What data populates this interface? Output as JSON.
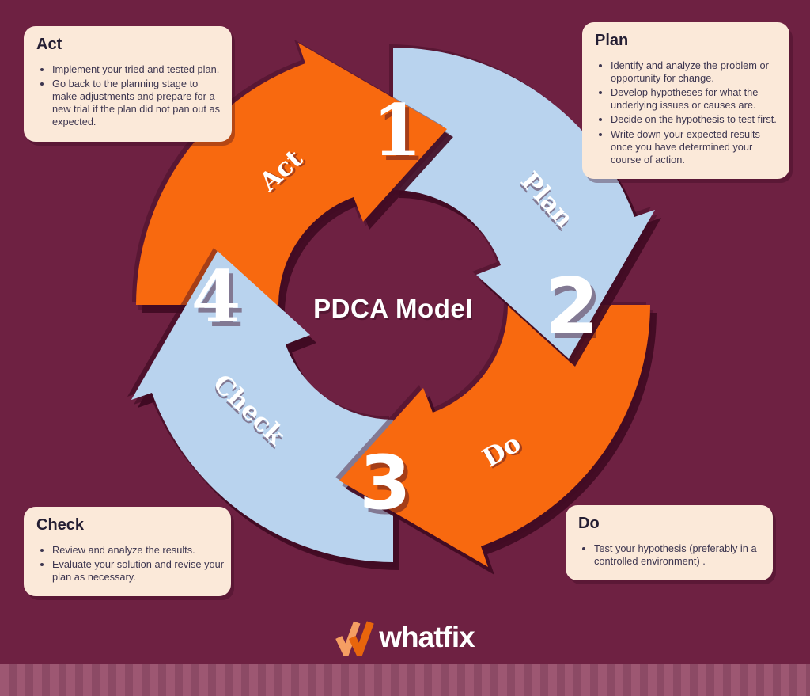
{
  "title": "PDCA Model",
  "colors": {
    "background": "#6e2142",
    "orange": "#f8690f",
    "blue": "#b9d3ee",
    "box_background": "#fbe9d9",
    "logo_light_orange": "#f59e63",
    "logo_dark_orange": "#e8650c"
  },
  "cycle": {
    "center_label": "PDCA Model",
    "steps": [
      {
        "number": "1",
        "label": "Act"
      },
      {
        "number": "2",
        "label": "Plan"
      },
      {
        "number": "3",
        "label": "Do"
      },
      {
        "number": "4",
        "label": "Check"
      }
    ]
  },
  "boxes": {
    "act": {
      "title": "Act",
      "bullets": [
        "Implement your tried and tested plan.",
        "Go back to the planning stage to make adjustments and prepare for a new trial if the plan did not pan out as expected."
      ]
    },
    "plan": {
      "title": "Plan",
      "bullets": [
        "Identify and analyze the problem or opportunity for change.",
        "Develop hypotheses for what the underlying issues or causes are.",
        "Decide on the hypothesis to test first.",
        "Write down your expected results once you have determined your course of action."
      ]
    },
    "check": {
      "title": "Check",
      "bullets": [
        "Review and analyze the results.",
        "Evaluate your solution and revise your plan as necessary."
      ]
    },
    "do": {
      "title": "Do",
      "bullets": [
        "Test your hypothesis (preferably in a controlled environment) ."
      ]
    }
  },
  "footer": {
    "brand": "whatfix"
  }
}
